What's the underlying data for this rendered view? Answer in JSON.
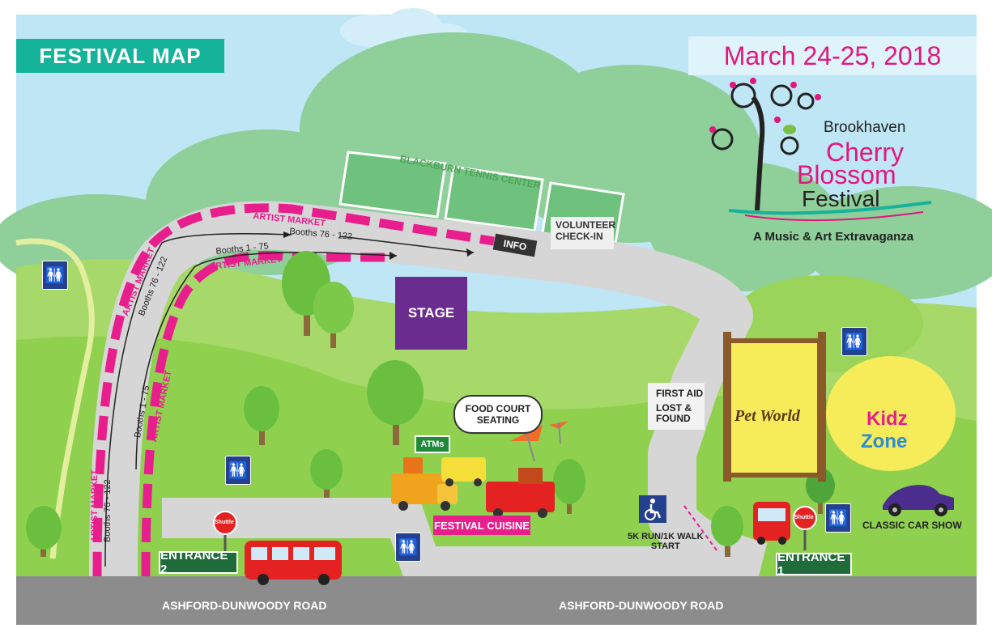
{
  "map": {
    "title": "FESTIVAL MAP",
    "date": "March 24-25, 2018",
    "logo": {
      "line1": "Brookhaven",
      "line2": "Cherry",
      "line3": "Blossom",
      "line4": "Festival",
      "tagline": "A Music & Art Extravaganza"
    },
    "labels": {
      "tennis": "BLACKBURN TENNIS CENTER",
      "volunteer": "VOLUNTEER\nCHECK-IN",
      "info": "INFO",
      "stage": "STAGE",
      "artist_market": "ARTIST MARKET",
      "booths_76_122": "Booths 76 - 122",
      "booths_1_75": "Booths 1 - 75",
      "food_court": "FOOD COURT\nSEATING",
      "atms": "ATMs",
      "festival_cuisine": "FESTIVAL CUISINE",
      "first_aid": "FIRST AID",
      "lost_found": "LOST &\nFOUND",
      "pet_world": "Pet World",
      "kidz": "Kidz",
      "zone": "Zone",
      "classic_car": "CLASSIC CAR SHOW",
      "run_walk": "5K RUN/1K WALK\nSTART",
      "entrance1": "ENTRANCE 1",
      "entrance2": "ENTRANCE 2",
      "shuttle": "Shuttle",
      "road1": "ASHFORD-DUNWOODY ROAD",
      "road2": "ASHFORD-DUNWOODY ROAD"
    },
    "colors": {
      "sky": "#bfe6f5",
      "grass": "#8fd14f",
      "path": "#d3d3d3",
      "road": "#8c8c8c",
      "market": "#e81e8c",
      "teal": "#16b39b",
      "stage": "#6a2c8e"
    },
    "icons": [
      "restroom-icon",
      "accessible-icon",
      "shuttle-stop-icon",
      "bus-icon",
      "food-truck-icon",
      "tree-icon",
      "dog-icon",
      "handprint-icon",
      "classic-car-icon",
      "cherry-tree-icon"
    ]
  }
}
